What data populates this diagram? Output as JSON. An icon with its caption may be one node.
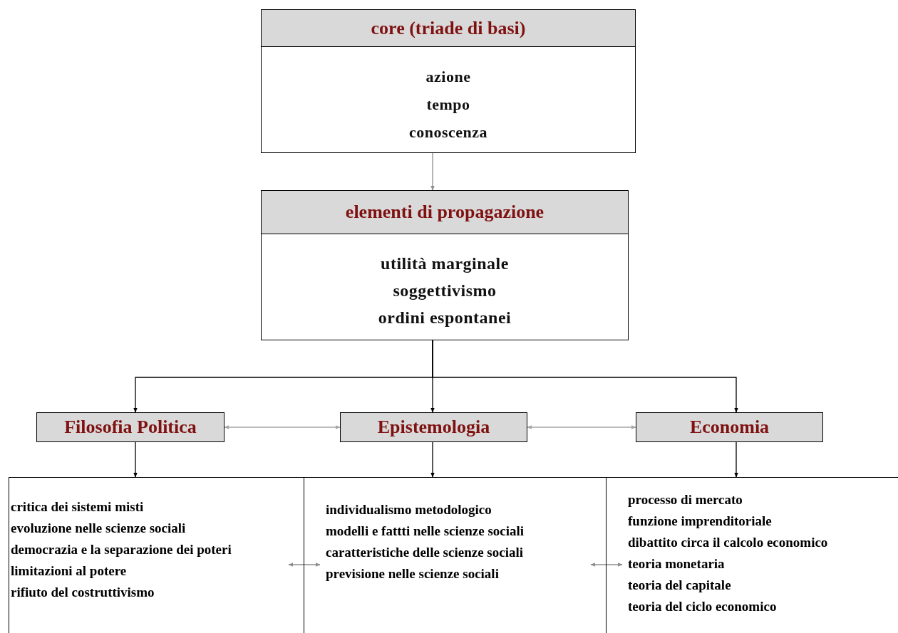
{
  "diagram": {
    "nodes": [
      {
        "text": [
          "core (triade di basi)",
          "azione",
          "tempo",
          "conoscenza"
        ]
      },
      {
        "text": [
          "elementi di propagazione",
          "utilità marginale",
          "soggettivismo",
          "ordini espontanei"
        ]
      },
      {
        "text": [
          "Filosofia Politica"
        ]
      },
      {
        "text": [
          "Epistemologia"
        ]
      },
      {
        "text": [
          "Economia"
        ]
      },
      {
        "text": [
          "critica dei sistemi misti",
          "evoluzione nelle scienze sociali",
          "democrazia e la separazione dei poteri",
          "limitazioni al potere",
          "rifiuto del costruttivismo"
        ]
      },
      {
        "text": [
          "individualismo metodologico",
          "modelli e fattti nelle scienze sociali",
          "caratteristiche delle scienze sociali",
          "previsione nelle scienze sociali"
        ]
      },
      {
        "text": [
          "processo di mercato",
          "funzione imprenditoriale",
          "dibattito circa il calcolo economico",
          "teoria monetaria",
          "teoria del capitale",
          "teoria del ciclo economico"
        ]
      }
    ],
    "edges": [
      {
        "from": 0,
        "to": 1,
        "arrow": "to",
        "color": "#8c8c8c"
      },
      {
        "from": 1,
        "to": 2,
        "arrow": "to"
      },
      {
        "from": 1,
        "to": 3,
        "arrow": "to"
      },
      {
        "from": 1,
        "to": 4,
        "arrow": "to"
      },
      {
        "from": 2,
        "to": 3,
        "arrow": "both",
        "color": "#a6a6a6"
      },
      {
        "from": 3,
        "to": 4,
        "arrow": "both",
        "color": "#a6a6a6"
      },
      {
        "from": 2,
        "to": 5,
        "arrow": "to"
      },
      {
        "from": 3,
        "to": 6,
        "arrow": "to"
      },
      {
        "from": 4,
        "to": 7,
        "arrow": "to"
      },
      {
        "from": 5,
        "to": 6,
        "arrow": "both",
        "color": "#8c8c8c"
      },
      {
        "from": 6,
        "to": 7,
        "arrow": "both",
        "color": "#8c8c8c"
      }
    ]
  }
}
